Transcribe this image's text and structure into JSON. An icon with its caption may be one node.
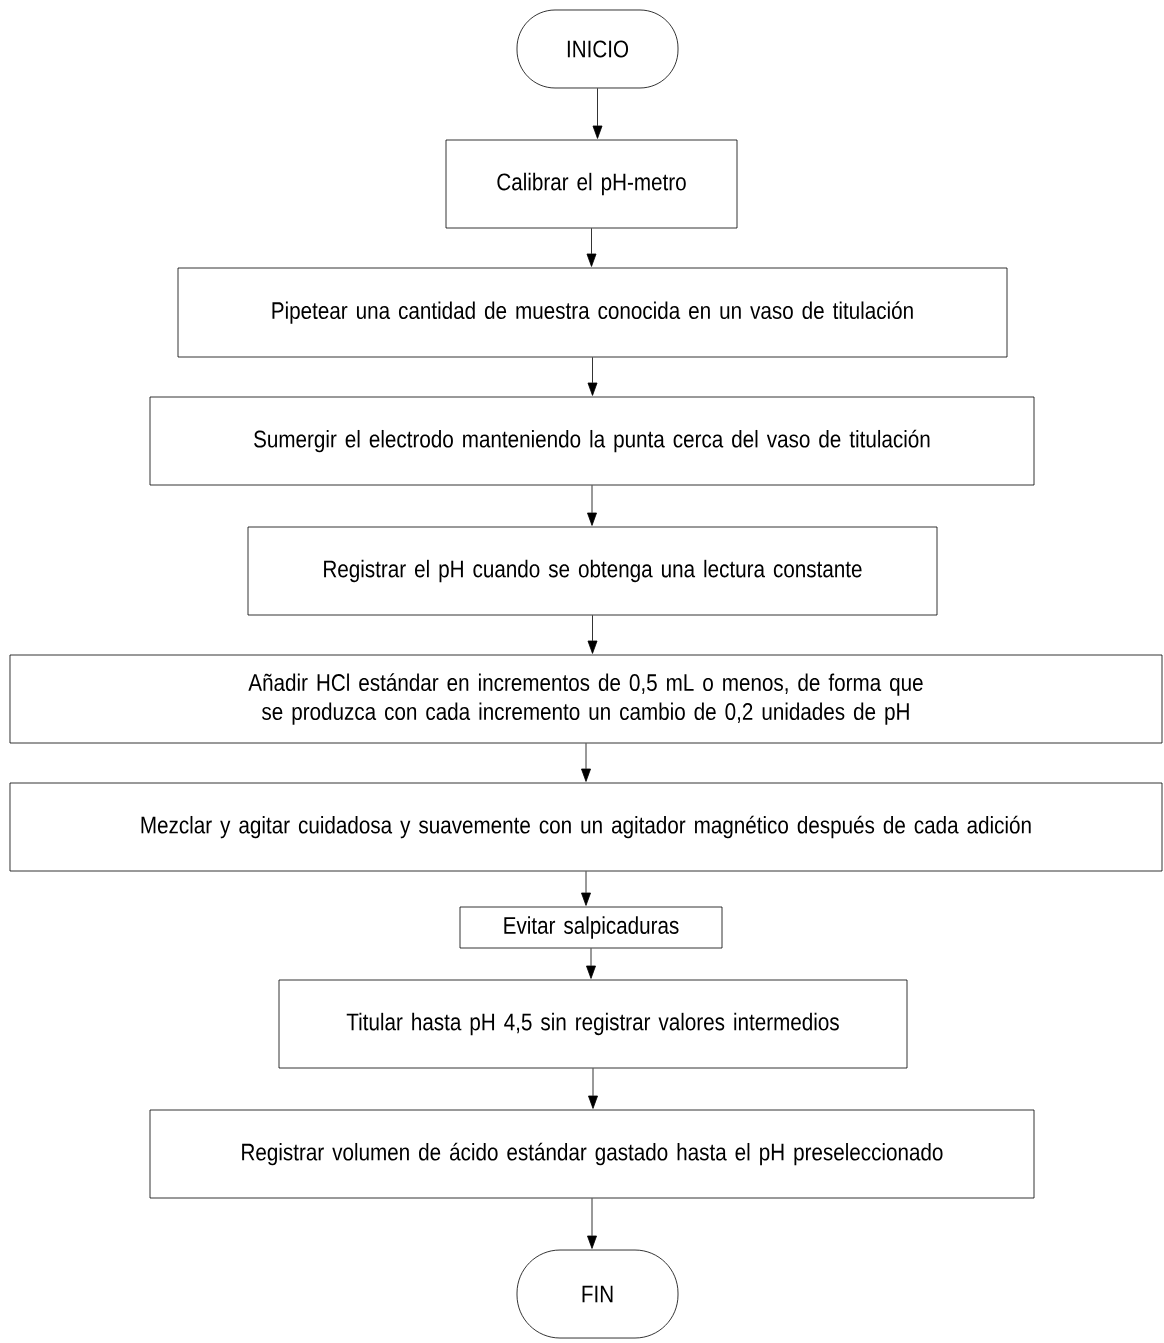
{
  "diagram": {
    "nodes": [
      {
        "text": [
          "INICIO"
        ]
      },
      {
        "text": [
          "Calibrar el pH-metro"
        ]
      },
      {
        "text": [
          "Pipetear una cantidad de muestra conocida en un vaso de titulación"
        ]
      },
      {
        "text": [
          "Sumergir el electrodo manteniendo la punta cerca del vaso de titulación"
        ]
      },
      {
        "text": [
          "Registrar el pH cuando se obtenga una lectura constante"
        ]
      },
      {
        "text": [
          "Añadir HCl estándar en incrementos de 0,5 mL o menos, de forma que se produzca con cada incremento un cambio de 0,2 unidades de pH"
        ]
      },
      {
        "text": [
          "Mezclar y agitar cuidadosa y suavemente con un agitador magnético después de cada adición"
        ]
      },
      {
        "text": [
          "Evitar salpicaduras"
        ]
      },
      {
        "text": [
          "Titular hasta pH 4,5 sin registrar valores intermedios"
        ]
      },
      {
        "text": [
          "Registrar volumen de ácido estándar gastado hasta el pH preseleccionado"
        ]
      },
      {
        "text": [
          "FIN"
        ]
      }
    ],
    "edges": [
      {
        "from": 0,
        "to": 1,
        "arrow": "to"
      },
      {
        "from": 1,
        "to": 2,
        "arrow": "to"
      },
      {
        "from": 2,
        "to": 3,
        "arrow": "to"
      },
      {
        "from": 3,
        "to": 4,
        "arrow": "to"
      },
      {
        "from": 4,
        "to": 5,
        "arrow": "to"
      },
      {
        "from": 5,
        "to": 6,
        "arrow": "to"
      },
      {
        "from": 6,
        "to": 7,
        "arrow": "to"
      },
      {
        "from": 7,
        "to": 8,
        "arrow": "to"
      },
      {
        "from": 8,
        "to": 9,
        "arrow": "to"
      },
      {
        "from": 9,
        "to": 10,
        "arrow": "to"
      }
    ]
  }
}
